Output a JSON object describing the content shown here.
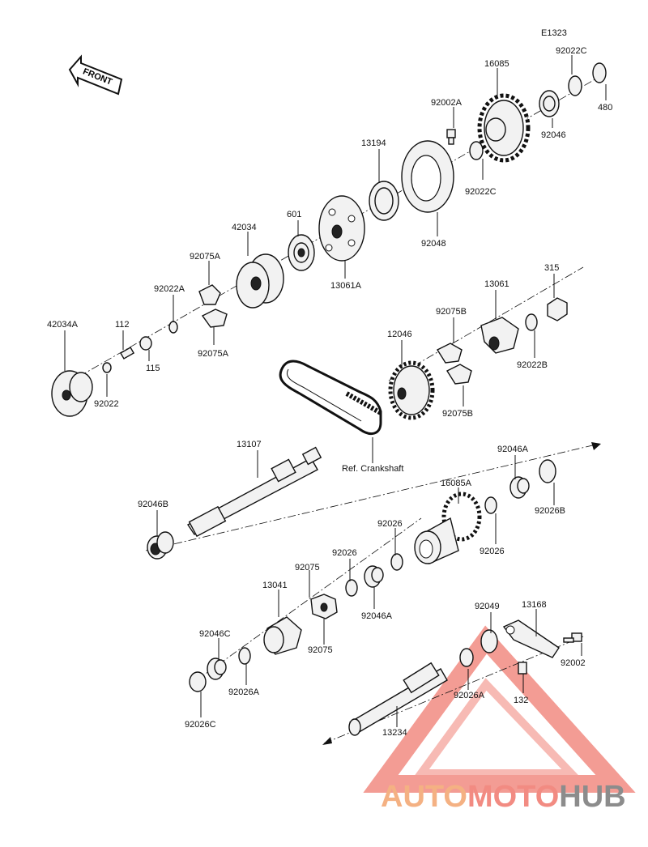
{
  "diagram": {
    "code": "E1323",
    "front_label": "FRONT",
    "ref_label": "Ref. Crankshaft",
    "parts": {
      "p16085": "16085",
      "p92022C_a": "92022C",
      "p480": "480",
      "p92002A": "92002A",
      "p92046": "92046",
      "p13194": "13194",
      "p92022C_b": "92022C",
      "p92048": "92048",
      "p601": "601",
      "p42034": "42034",
      "p13061A": "13061A",
      "p92075A_a": "92075A",
      "p92022A": "92022A",
      "p92075A_b": "92075A",
      "p42034A": "42034A",
      "p112": "112",
      "p115": "115",
      "p92022": "92022",
      "p315": "315",
      "p13061": "13061",
      "p92075B_a": "92075B",
      "p12046": "12046",
      "p92022B": "92022B",
      "p92075B_b": "92075B",
      "p13107": "13107",
      "p92046A_a": "92046A",
      "p16085A": "16085A",
      "p92026B": "92026B",
      "p92046B": "92046B",
      "p92026_a": "92026",
      "p92026_b": "92026",
      "p92026_c": "92026",
      "p92075": "92075",
      "p13041": "13041",
      "p92046A_b": "92046A",
      "p92075_b": "92075",
      "p92049": "92049",
      "p13168": "13168",
      "p92046C": "92046C",
      "p92026A_a": "92026A",
      "p92002": "92002",
      "p92026A_b": "92026A",
      "p132": "132",
      "p92026C": "92026C",
      "p13234": "13234"
    }
  },
  "watermark": {
    "part1": "AUTO",
    "part2": "MOTO",
    "part3": "HUB",
    "colors": {
      "auto": "#f4b183",
      "moto": "#f28b82",
      "hub": "#8c8c8c"
    }
  }
}
